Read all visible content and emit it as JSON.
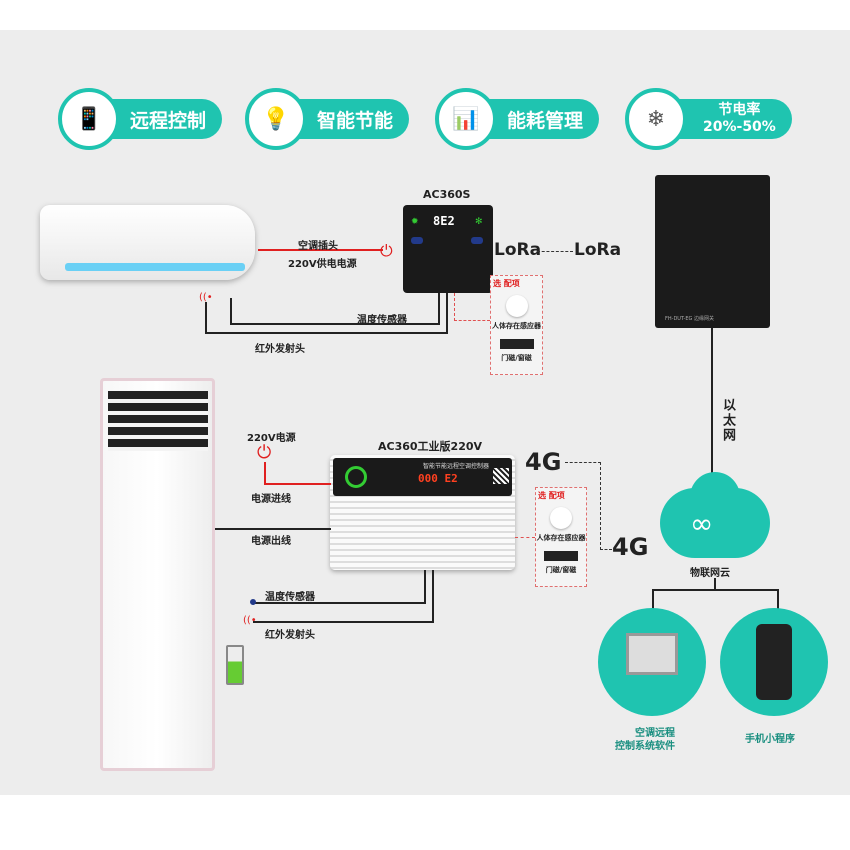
{
  "features": [
    {
      "label": "远程控制",
      "icon": "phone-cloud-icon"
    },
    {
      "label": "智能节能",
      "icon": "lightbulb-icon"
    },
    {
      "label": "能耗管理",
      "icon": "phone-chart-icon"
    },
    {
      "label_line1": "节电率",
      "label_line2": "20%-50%",
      "icon": "air-conditioner-icon"
    }
  ],
  "top_system": {
    "device_name": "AC360S",
    "display": "8E2",
    "plug_label": "空调插头",
    "power_label": "220V供电电源",
    "temp_sensor": "温度传感器",
    "ir_emitter": "红外发射头",
    "lora_left": "LoRa",
    "lora_right": "LoRa",
    "optional_title": "选 配项",
    "optional_items": [
      "人体存在感应器",
      "门磁/窗磁"
    ]
  },
  "gateway": {
    "footer": "FH-DUT-EG 边缘网关",
    "ethernet": "以太网"
  },
  "bottom_system": {
    "device_name": "AC360工业版220V",
    "panel_title": "智能节能远程空调控制器",
    "display": "000 E2",
    "power_source": "220V电源",
    "power_in": "电源进线",
    "power_out": "电源出线",
    "temp_sensor": "温度传感器",
    "ir_emitter": "红外发射头",
    "g4_left": "4G",
    "g4_right": "4G",
    "optional_title": "选 配项",
    "optional_items": [
      "人体存在感应器",
      "门磁/窗磁"
    ]
  },
  "cloud": {
    "label": "物联网云"
  },
  "clients": [
    {
      "label_line1": "空调远程",
      "label_line2": "控制系统软件"
    },
    {
      "label": "手机小程序"
    }
  ],
  "colors": {
    "teal": "#1fc4b0",
    "red": "#e02020"
  }
}
